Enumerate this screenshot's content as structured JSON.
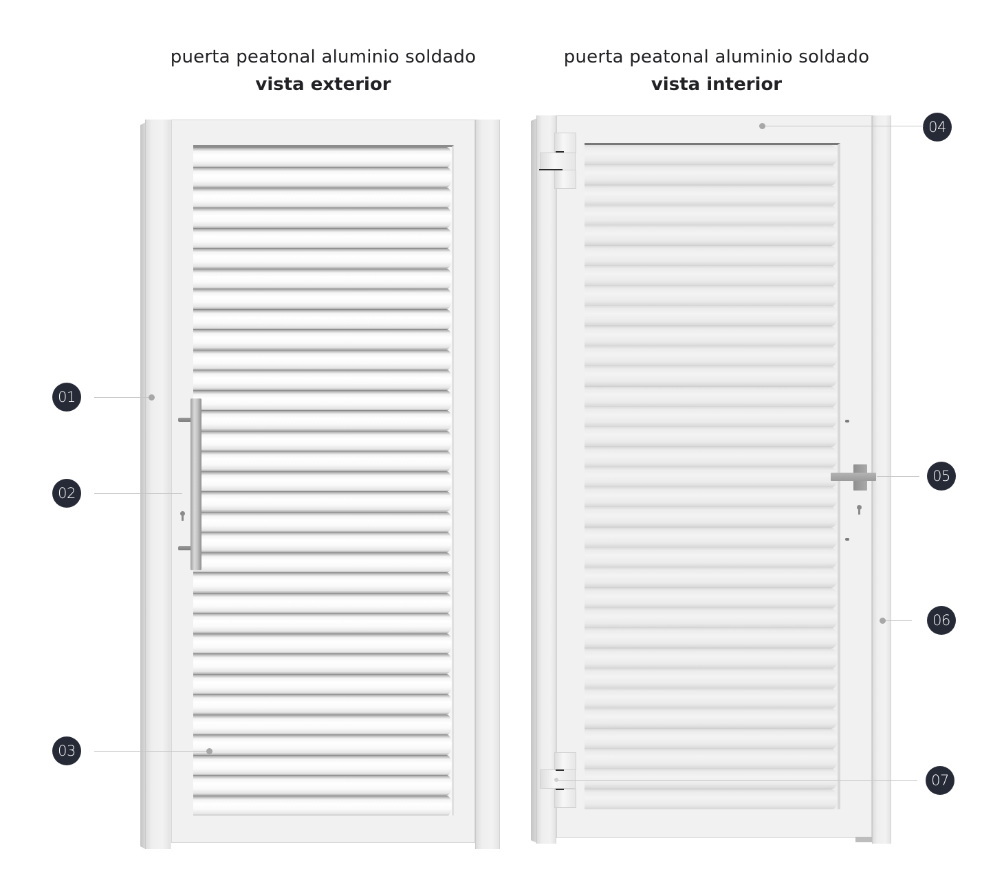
{
  "views": [
    {
      "id": "exterior",
      "title_line1": "puerta peatonal aluminio soldado",
      "title_line2": "vista exterior"
    },
    {
      "id": "interior",
      "title_line1": "puerta peatonal aluminio soldado",
      "title_line2": "vista interior"
    }
  ],
  "callouts": [
    {
      "number": "01",
      "view": "exterior",
      "points_to": "frame-post-left"
    },
    {
      "number": "02",
      "view": "exterior",
      "points_to": "pull-handle"
    },
    {
      "number": "03",
      "view": "exterior",
      "points_to": "louver-panel"
    },
    {
      "number": "04",
      "view": "interior",
      "points_to": "leaf-top-rail"
    },
    {
      "number": "05",
      "view": "interior",
      "points_to": "lever-handle"
    },
    {
      "number": "06",
      "view": "interior",
      "points_to": "frame-post-right"
    },
    {
      "number": "07",
      "view": "interior",
      "points_to": "hinge"
    }
  ],
  "colors": {
    "badge_bg": "#262a36",
    "badge_text": "#ffffff",
    "leader_line": "#c6c6c6",
    "door_white": "#f1f1f1",
    "handle_metal": "#b5b5b5"
  },
  "slats": {
    "exterior_count": 33,
    "interior_count": 33
  }
}
